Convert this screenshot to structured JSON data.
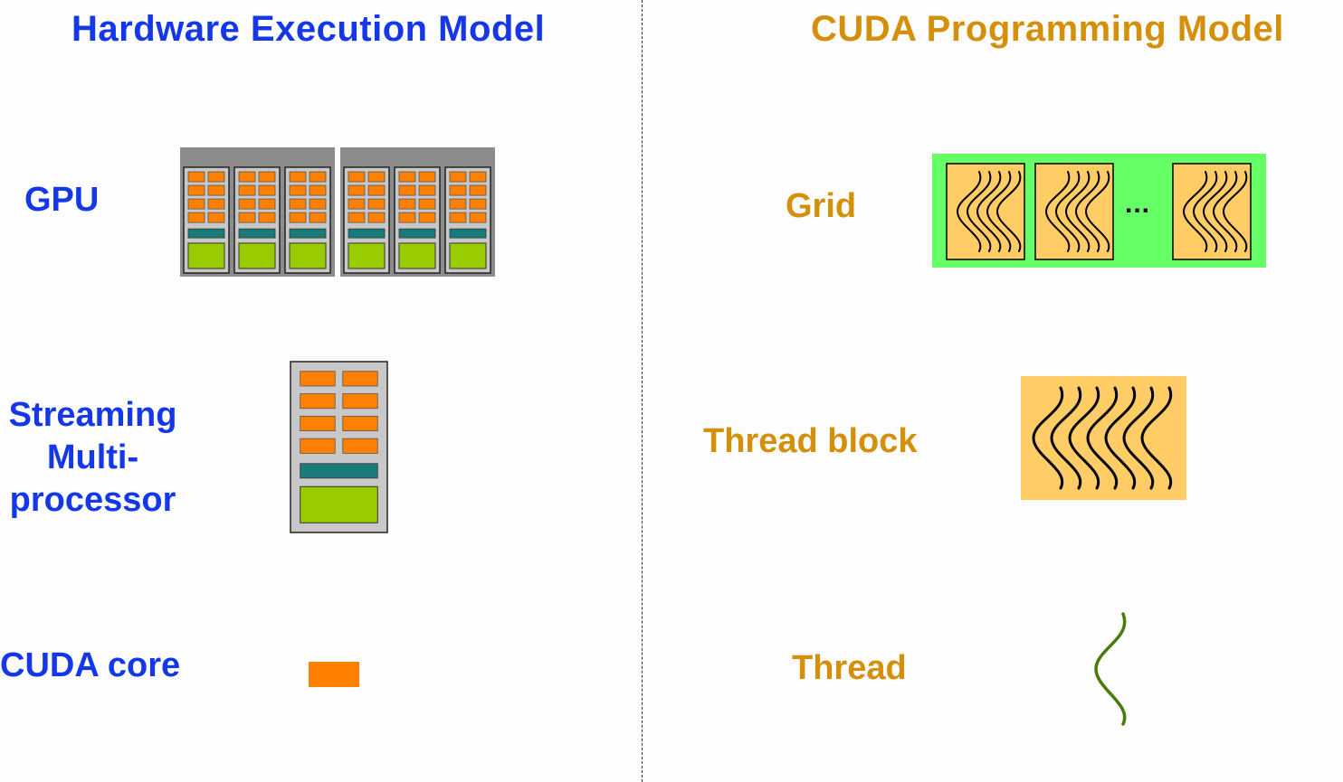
{
  "left": {
    "title": "Hardware Execution Model",
    "gpu_label": "GPU",
    "sm_label_lines": [
      "Streaming",
      "Multi-",
      "processor"
    ],
    "core_label": "CUDA core"
  },
  "right": {
    "title": "CUDA Programming Model",
    "grid_label": "Grid",
    "grid_ellipsis": "...",
    "block_label": "Thread block",
    "thread_label": "Thread"
  },
  "colors": {
    "hardware_text": "#1438e8",
    "programming_text": "#d4900a",
    "core_orange": "#ff7f00",
    "register_teal": "#1a7b7b",
    "memory_green": "#99cc00",
    "grid_green": "#66ff66",
    "block_orange": "#ffcc66",
    "thread_green": "#4a7a0a",
    "sm_gray": "#c8c8c8"
  }
}
